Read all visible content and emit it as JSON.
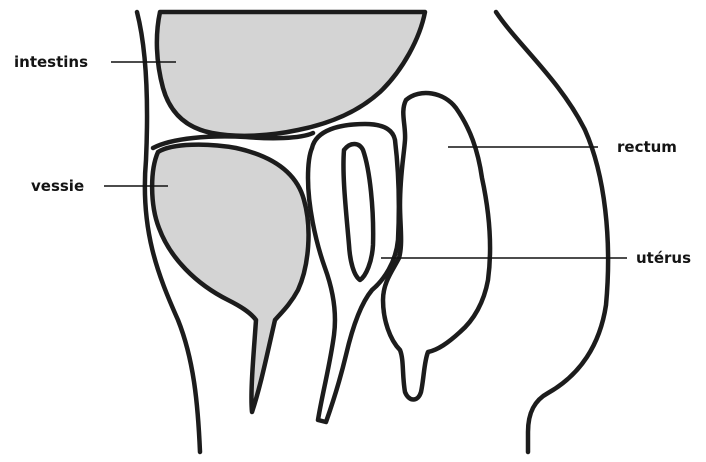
{
  "labels": {
    "intestins": "intestins",
    "vessie": "vessie",
    "rectum": "rectum",
    "uterus": "utérus"
  },
  "colors": {
    "outline": "#1c1c1c",
    "organ_fill": "#d4d4d4",
    "background": "#ffffff"
  }
}
